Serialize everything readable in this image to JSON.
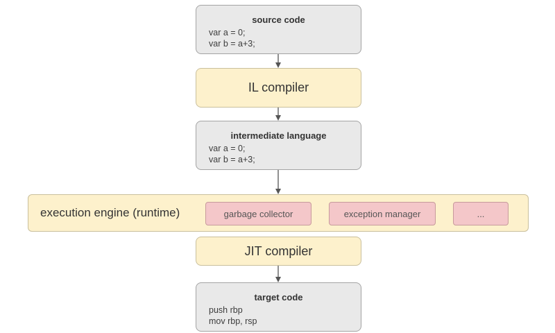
{
  "source_code": {
    "title": "source code",
    "lines": [
      "var a = 0;",
      "var b = a+3;"
    ]
  },
  "il_compiler": {
    "label": "IL compiler"
  },
  "intermediate_language": {
    "title": "intermediate language",
    "lines": [
      "var a = 0;",
      "var b = a+3;"
    ]
  },
  "execution_engine": {
    "label": "execution engine (runtime)",
    "components": [
      "garbage collector",
      "exception manager",
      "..."
    ]
  },
  "jit_compiler": {
    "label": "JIT compiler"
  },
  "target_code": {
    "title": "target code",
    "lines": [
      "push rbp",
      "mov rbp, rsp"
    ]
  },
  "colors": {
    "code_box_fill": "#e9e9e9",
    "compiler_fill": "#fdf1cc",
    "component_fill": "#f4c7c9",
    "arrow": "#555555"
  }
}
